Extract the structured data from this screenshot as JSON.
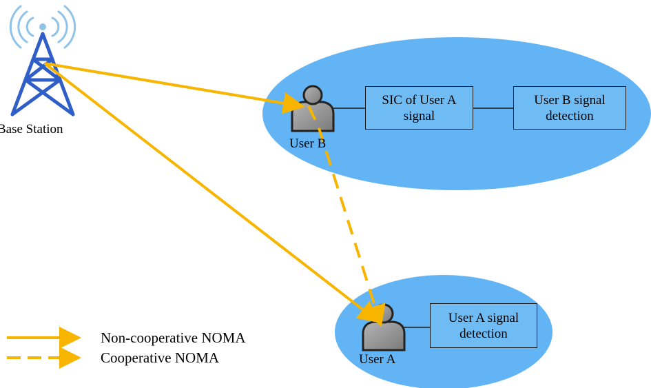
{
  "base_station": {
    "label": "Base Station"
  },
  "user_b": {
    "label": "User B",
    "blocks": [
      {
        "text": "SIC of User A signal"
      },
      {
        "text": "User B signal detection"
      }
    ]
  },
  "user_a": {
    "label": "User A",
    "blocks": [
      {
        "text": "User A signal detection"
      }
    ]
  },
  "legend": [
    {
      "label": "Non-cooperative NOMA",
      "style": "solid"
    },
    {
      "label": "Cooperative NOMA",
      "style": "dashed"
    }
  ],
  "colors": {
    "ellipse": "#62b4f4",
    "arrow": "#f7b500",
    "tower": "#2f5ec9",
    "signal_waves": "#8fc3e8",
    "user_icon": "#8c8c8c"
  },
  "icons": [
    "antenna-tower-icon",
    "user-icon"
  ]
}
